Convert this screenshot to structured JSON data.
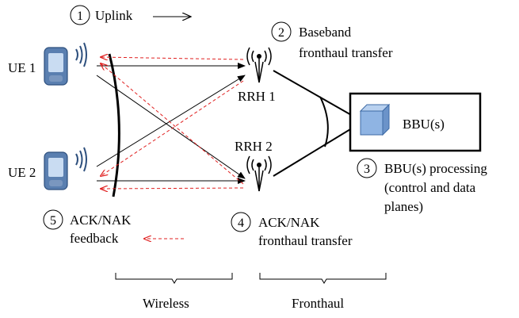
{
  "steps": {
    "s1": {
      "num": "1",
      "label": "Uplink"
    },
    "s2": {
      "num": "2",
      "line1": "Baseband",
      "line2": "fronthaul transfer"
    },
    "s3": {
      "num": "3",
      "line1": "BBU(s)  processing",
      "line2": "(control and data",
      "line3": "planes)"
    },
    "s4": {
      "num": "4",
      "line1": "ACK/NAK",
      "line2": "fronthaul transfer"
    },
    "s5": {
      "num": "5",
      "line1": "ACK/NAK",
      "line2": "feedback"
    }
  },
  "nodes": {
    "ue1": "UE  1",
    "ue2": "UE  2",
    "rrh1": "RRH 1",
    "rrh2": "RRH 2",
    "bbu": "BBU(s)"
  },
  "segments": {
    "wireless": "Wireless",
    "fronthaul": "Fronthaul"
  },
  "colors": {
    "uplink": "#000000",
    "feedback": "#e02020",
    "bbu_cube": "#8fb4e3"
  }
}
